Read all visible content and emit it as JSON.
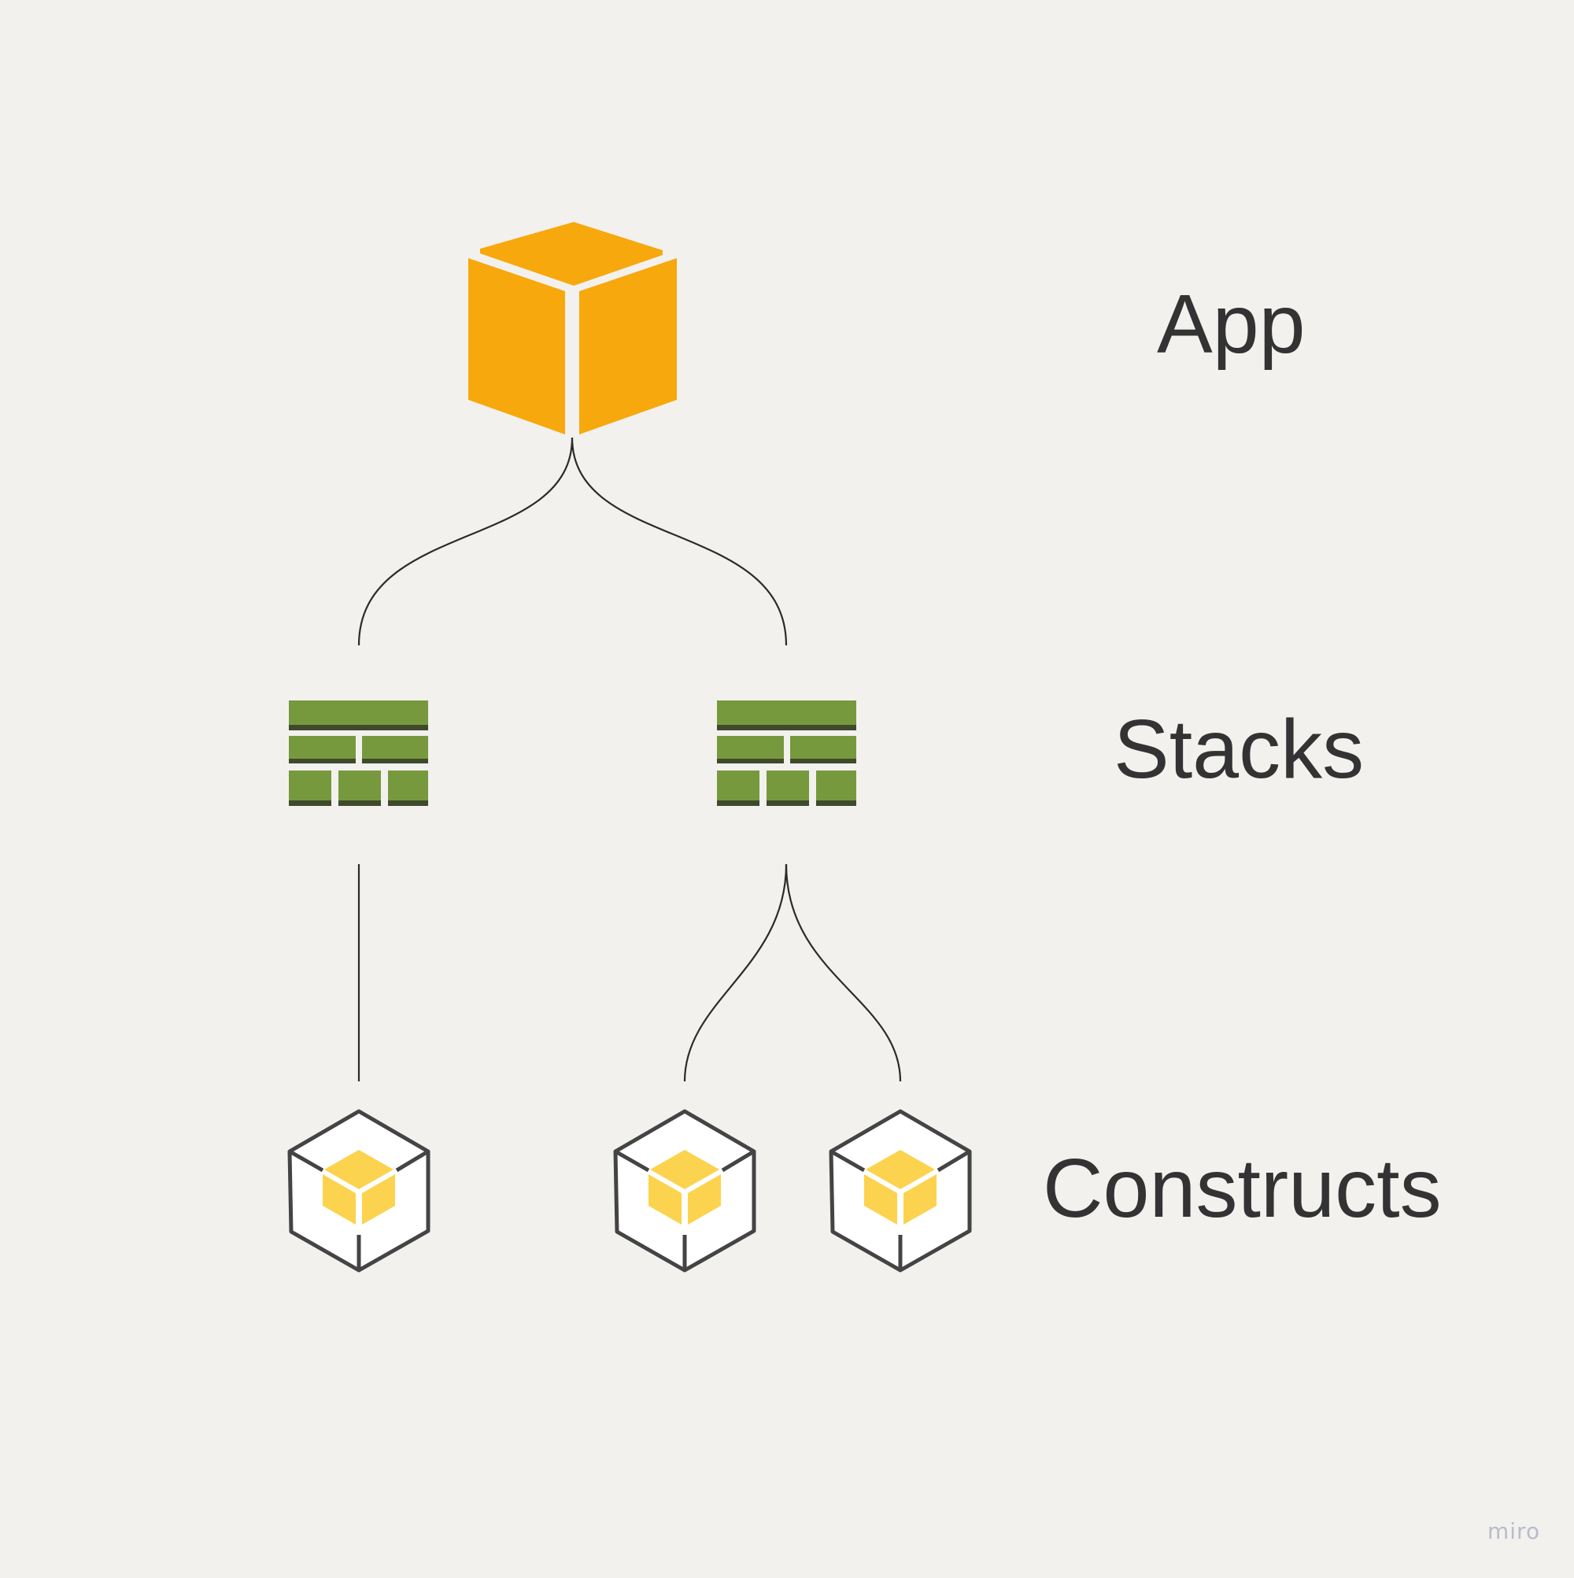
{
  "labels": {
    "app": "App",
    "stacks": "Stacks",
    "constructs": "Constructs"
  },
  "watermark": "miro",
  "colors": {
    "background": "#f2f1ee",
    "app_cube": "#f7a80d",
    "stack_green": "#77993e",
    "stack_shadow": "#3f4a2c",
    "construct_inner": "#fcd34e",
    "construct_outline": "#444444",
    "connector": "#2b2b2b",
    "text": "#333333"
  },
  "icons": {
    "app": "app-cube-icon",
    "stack": "stack-bricks-icon",
    "construct": "construct-hexagon-icon"
  }
}
